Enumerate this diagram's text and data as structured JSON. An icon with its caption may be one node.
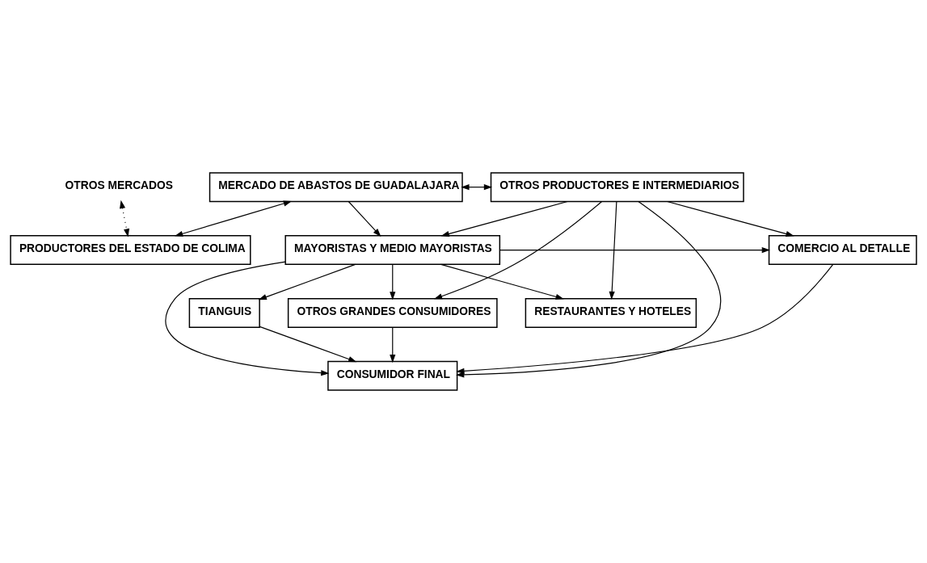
{
  "diagram": {
    "nodes": [
      {
        "text": [
          "OTROS MERCADOS"
        ]
      },
      {
        "text": [
          "MERCADO DE ABASTOS DE GUADALAJARA"
        ]
      },
      {
        "text": [
          "OTROS PRODUCTORES E INTERMEDIARIOS"
        ]
      },
      {
        "text": [
          "PRODUCTORES DEL ESTADO DE COLIMA"
        ]
      },
      {
        "text": [
          "MAYORISTAS Y MEDIO MAYORISTAS"
        ]
      },
      {
        "text": [
          "COMERCIO AL DETALLE"
        ]
      },
      {
        "text": [
          "OTROS GRANDES CONSUMIDORES"
        ]
      },
      {
        "text": [
          "TIANGUIS"
        ]
      },
      {
        "text": [
          "RESTAURANTES Y HOTELES"
        ]
      },
      {
        "text": [
          "CONSUMIDOR FINAL"
        ]
      }
    ],
    "edges": [
      {
        "from": 0,
        "to": 3,
        "arrow": "both",
        "style": "dashed"
      },
      {
        "from": 3,
        "to": 1,
        "arrow": "both"
      },
      {
        "from": 1,
        "to": 2,
        "arrow": "both"
      },
      {
        "from": 1,
        "to": 4,
        "arrow": "to"
      },
      {
        "from": 2,
        "to": 4,
        "arrow": "to"
      },
      {
        "from": 2,
        "to": 6,
        "arrow": "to"
      },
      {
        "from": 2,
        "to": 9,
        "arrow": "to"
      },
      {
        "from": 2,
        "to": 8,
        "arrow": "to"
      },
      {
        "from": 2,
        "to": 5,
        "arrow": "to"
      },
      {
        "from": 4,
        "to": 5,
        "arrow": "to"
      },
      {
        "from": 4,
        "to": 6,
        "arrow": "to"
      },
      {
        "from": 4,
        "to": 7,
        "arrow": "to"
      },
      {
        "from": 4,
        "to": 9,
        "arrow": "to"
      },
      {
        "from": 4,
        "to": 8,
        "arrow": "to"
      },
      {
        "from": 6,
        "to": 9,
        "arrow": "to"
      },
      {
        "from": 7,
        "to": 9,
        "arrow": "to"
      },
      {
        "from": 5,
        "to": 9,
        "arrow": "to"
      }
    ]
  }
}
